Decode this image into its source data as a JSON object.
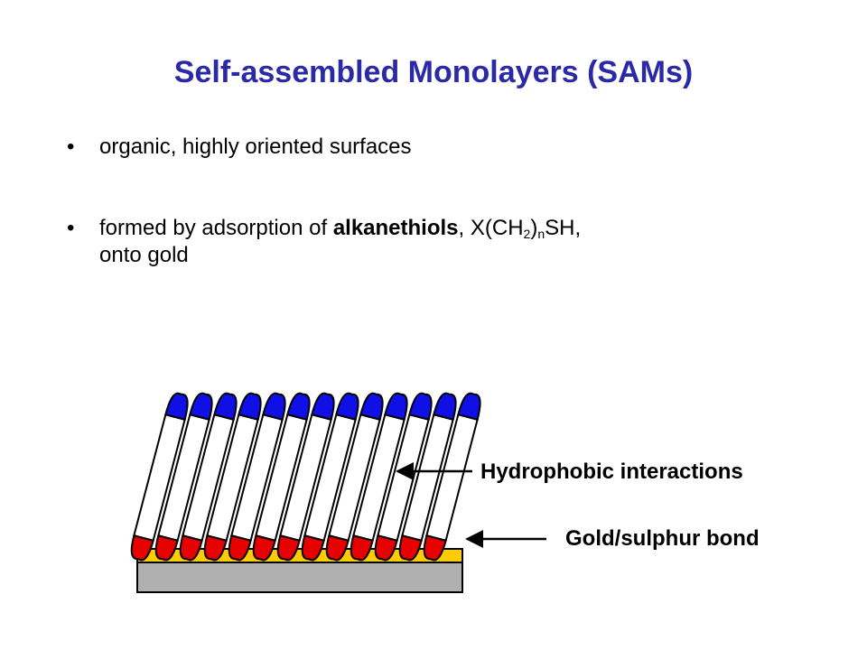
{
  "title": "Self-assembled Monolayers (SAMs)",
  "bullets": {
    "symbol": "•",
    "first": "organic, highly oriented surfaces",
    "second": {
      "prefix": "formed by adsorption  of ",
      "bold_term": "alkanethiols",
      "after_bold": ", ",
      "formula_head": "X(CH",
      "sub_2": "2",
      "formula_mid": ")",
      "sub_n": "n",
      "formula_tail": "SH,",
      "line2": "onto gold"
    }
  },
  "diagram": {
    "label_hydrophobic": "Hydrophobic  interactions",
    "label_gold_sulphur": "Gold/sulphur bond",
    "molecule_count": 13,
    "colors": {
      "head_group": "#1010e6",
      "sulphur_end": "#e60000",
      "gold_layer": "#ffcc00",
      "substrate": "#b0b0b0",
      "chain_body": "#ffffff",
      "outline": "#000000"
    }
  }
}
